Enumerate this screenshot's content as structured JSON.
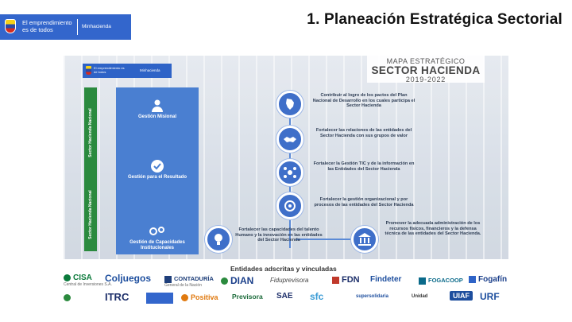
{
  "slide": {
    "header": {
      "tagline_line1": "El emprendimiento",
      "tagline_line2": "es de todos",
      "ministry": "Minhacienda"
    },
    "title": "1. Planeación Estratégica Sectorial"
  },
  "map": {
    "logo": {
      "tagline": "El emprendimiento es de todos",
      "ministry": "Minhacienda"
    },
    "title_line1": "MAPA ESTRATÉGICO",
    "title_line2": "SECTOR HACIENDA",
    "title_line3": "2019-2022",
    "side_labels": [
      "Sector Hacienda Nacional",
      "Sector Hacienda Nacional"
    ],
    "panel_items": [
      "Gestión Misional",
      "Gestión para el Resultado",
      "Gestión de Capacidades Institucionales"
    ],
    "goals": [
      "Contribuir al logro de los pactos del Plan Nacional de Desarrollo en los cuales participa el Sector Hacienda",
      "Fortalecer las relaciones de las entidades del Sector Hacienda con sus grupos de valor",
      "Fortalecer la Gestión TIC y de la información en las Entidades del Sector Hacienda",
      "Fortalecer la gestión organizacional y por procesos de las entidades del Sector Hacienda",
      "Fortalecer las capacidades del talento Humano y la innovación en las entidades del Sector Hacienda",
      "Promover la adecuada administración de los recursos físicos, financieros y la defensa técnica de las entidades del Sector Hacienda."
    ]
  },
  "entities": {
    "heading": "Entidades adscritas y vinculadas",
    "row1": [
      "CISA",
      "Coljuegos",
      "CONTADURÍA",
      "DIAN",
      "Fiduprevisora",
      "FDN",
      "Findeter",
      "FOGACOOP",
      "Fogafín"
    ],
    "row2": [
      "Positiva",
      "ITRC",
      "Previsora",
      "SAE",
      "sfc",
      "supersolidaria",
      "Unidad",
      "UIAF",
      "URF"
    ],
    "row1_sublabels": [
      "Central de Inversiones S.A.",
      "",
      "General de la Nación"
    ],
    "colors": {
      "brand_blue": "#3366cc",
      "panel_blue": "#4a7fd1",
      "green": "#2b8a3e"
    }
  }
}
